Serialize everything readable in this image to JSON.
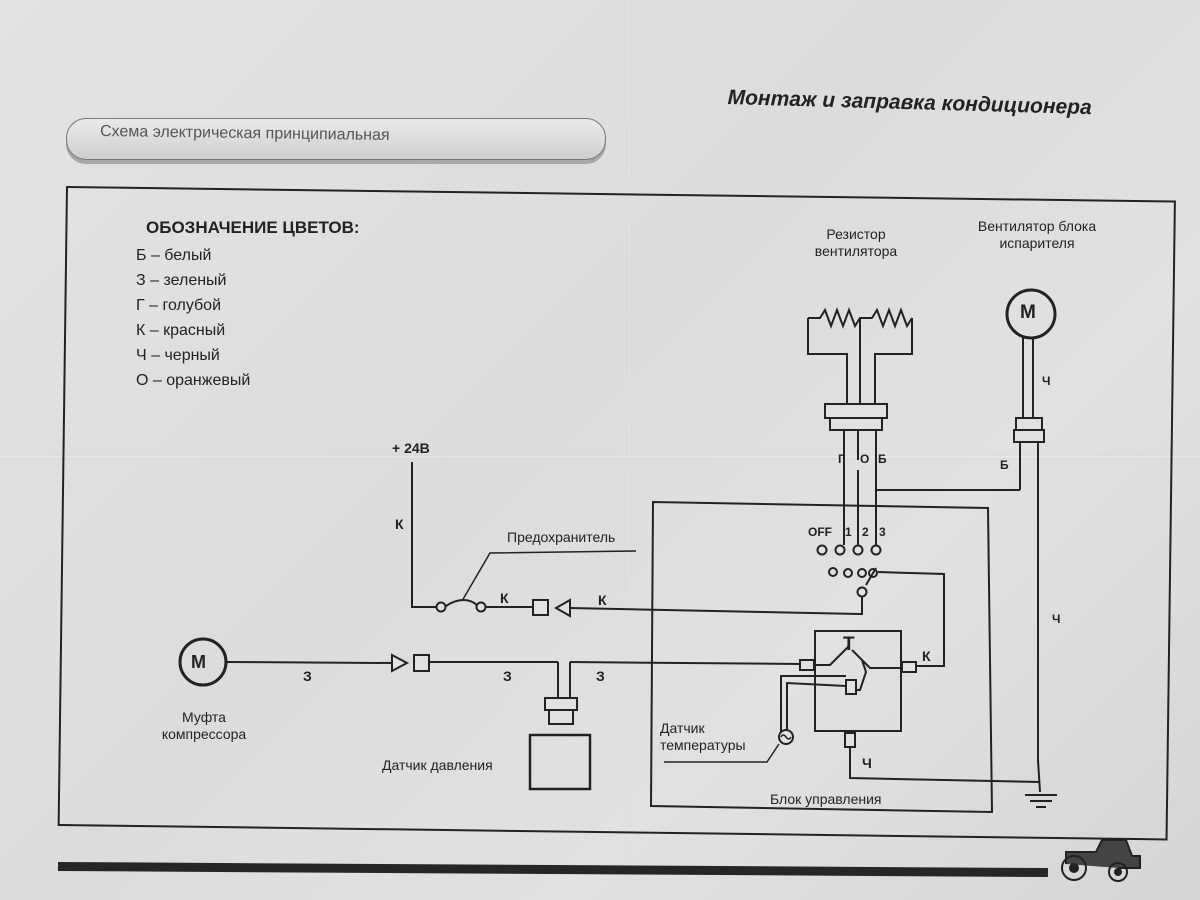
{
  "header": {
    "title": "Монтаж и заправка кондиционера",
    "subtitle": "Схема электрическая принципиальная"
  },
  "legend": {
    "title": "ОБОЗНАЧЕНИЕ ЦВЕТОВ:",
    "items": [
      "Б – белый",
      "З – зеленый",
      "Г – голубой",
      "К – красный",
      "Ч – черный",
      "О – оранжевый"
    ]
  },
  "components": {
    "resistor": "Резистор вентилятора",
    "fan": "Вентилятор блока испарителя",
    "fan_symbol": "М",
    "clutch": "Муфта компрессора",
    "clutch_symbol": "М",
    "pressure_sensor": "Датчик давления",
    "temp_sensor": "Датчик температуры",
    "control_unit": "Блок управления",
    "fuse": "Предохранитель",
    "thermostat_symbol": "Т",
    "power": "+ 24В"
  },
  "switch_positions": [
    "OFF",
    "1",
    "2",
    "3"
  ],
  "wire_labels": {
    "power_k": "К",
    "fuse_k1": "К",
    "fuse_k2": "К",
    "clutch_z1": "З",
    "clutch_z2": "З",
    "clutch_z3": "З",
    "res_g": "Г",
    "res_o": "О",
    "res_b": "Б",
    "fan_ch": "Ч",
    "fan_b": "Б",
    "ground_ch": "Ч",
    "therm_k": "К",
    "therm_ch": "Ч"
  }
}
